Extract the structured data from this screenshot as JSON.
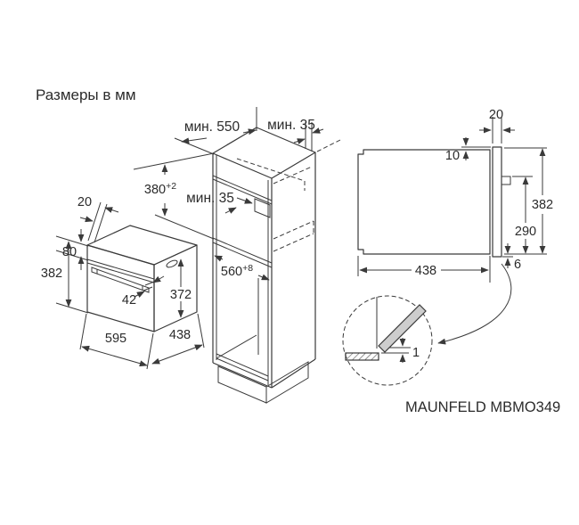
{
  "title": "Размеры в мм",
  "model_label": "MAUNFELD MBMO349",
  "colors": {
    "line": "#3a3a3a",
    "text": "#2b2b2b",
    "detail_fill": "#cdcdcd",
    "background": "#ffffff"
  },
  "oven_front_view": {
    "door_thickness": "20",
    "control_panel_height": "80",
    "height": "382",
    "handle_offset": "42",
    "body_height": "372",
    "width": "595",
    "body_depth": "438"
  },
  "cabinet_view": {
    "min_depth": "мин. 550",
    "min_top_gap": "мин. 35",
    "min_shelf_gap": "мин. 35",
    "niche_height": {
      "value": "380",
      "tolerance": "+2"
    },
    "niche_width": {
      "value": "560",
      "tolerance": "+8"
    }
  },
  "side_view": {
    "door_thickness": "20",
    "top_overhang": "10",
    "height": "382",
    "handle_to_bottom": "290",
    "body_depth": "438",
    "bottom_overhang": "6"
  },
  "detail_view": {
    "door_gap": "1"
  }
}
